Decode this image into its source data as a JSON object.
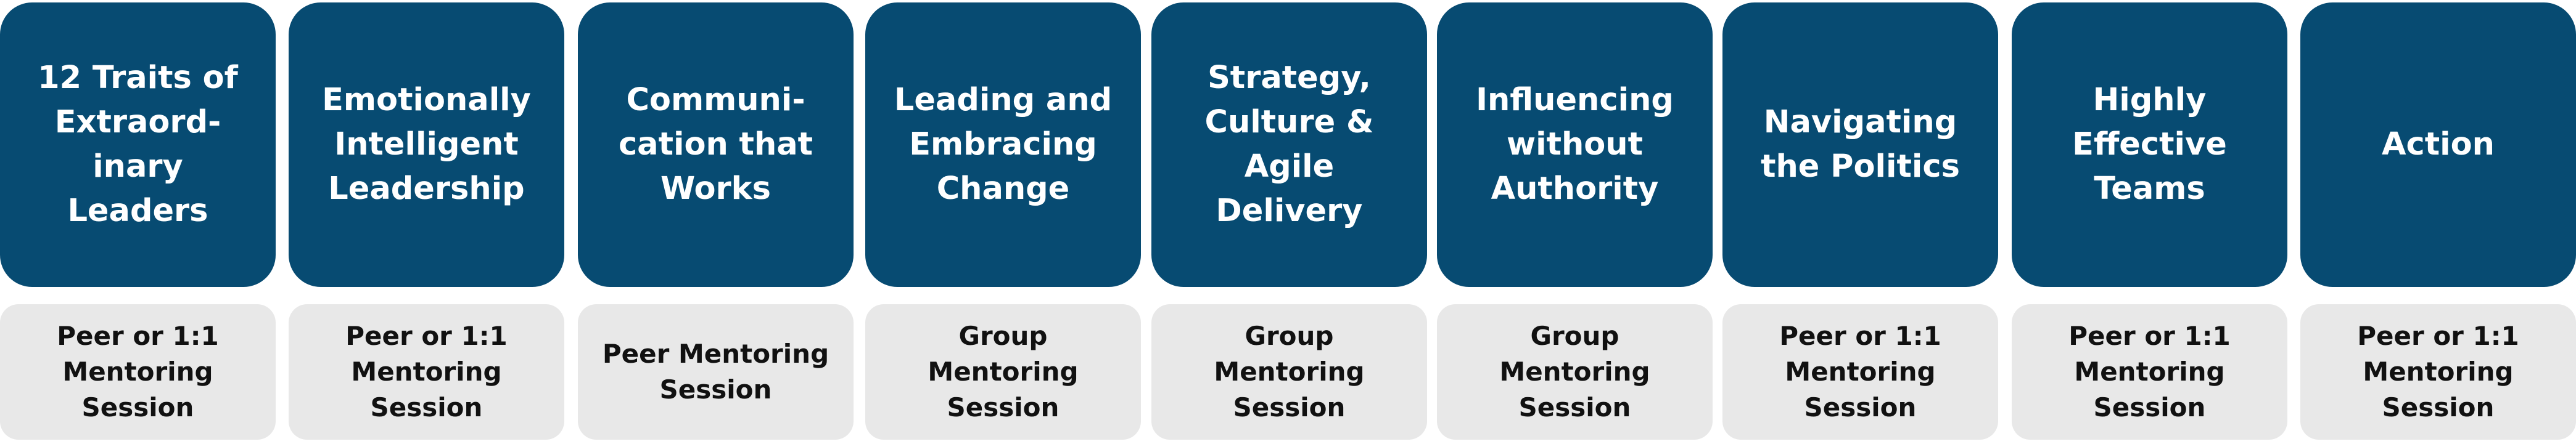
{
  "colors": {
    "top_fill": "#074b72",
    "top_text": "#ffffff",
    "bottom_fill": "#e8e8e8",
    "bottom_text": "#111111"
  },
  "stages": [
    {
      "title": "12 Traits of\nExtraord-\ninary\nLeaders",
      "session": "Peer or 1:1\nMentoring\nSession"
    },
    {
      "title": "Emotionally\nIntelligent\nLeadership",
      "session": "Peer or 1:1\nMentoring\nSession"
    },
    {
      "title": "Communi-\ncation that\nWorks",
      "session": "Peer Mentoring\nSession"
    },
    {
      "title": "Leading and\nEmbracing\nChange",
      "session": "Group\nMentoring\nSession"
    },
    {
      "title": "Strategy,\nCulture &\nAgile\nDelivery",
      "session": "Group\nMentoring\nSession"
    },
    {
      "title": "Influencing\nwithout\nAuthority",
      "session": "Group\nMentoring\nSession"
    },
    {
      "title": "Navigating\nthe Politics",
      "session": "Peer or 1:1\nMentoring\nSession"
    },
    {
      "title": "Highly\nEffective\nTeams",
      "session": "Peer or 1:1\nMentoring\nSession"
    },
    {
      "title": "Action",
      "session": "Peer or 1:1\nMentoring\nSession"
    }
  ]
}
